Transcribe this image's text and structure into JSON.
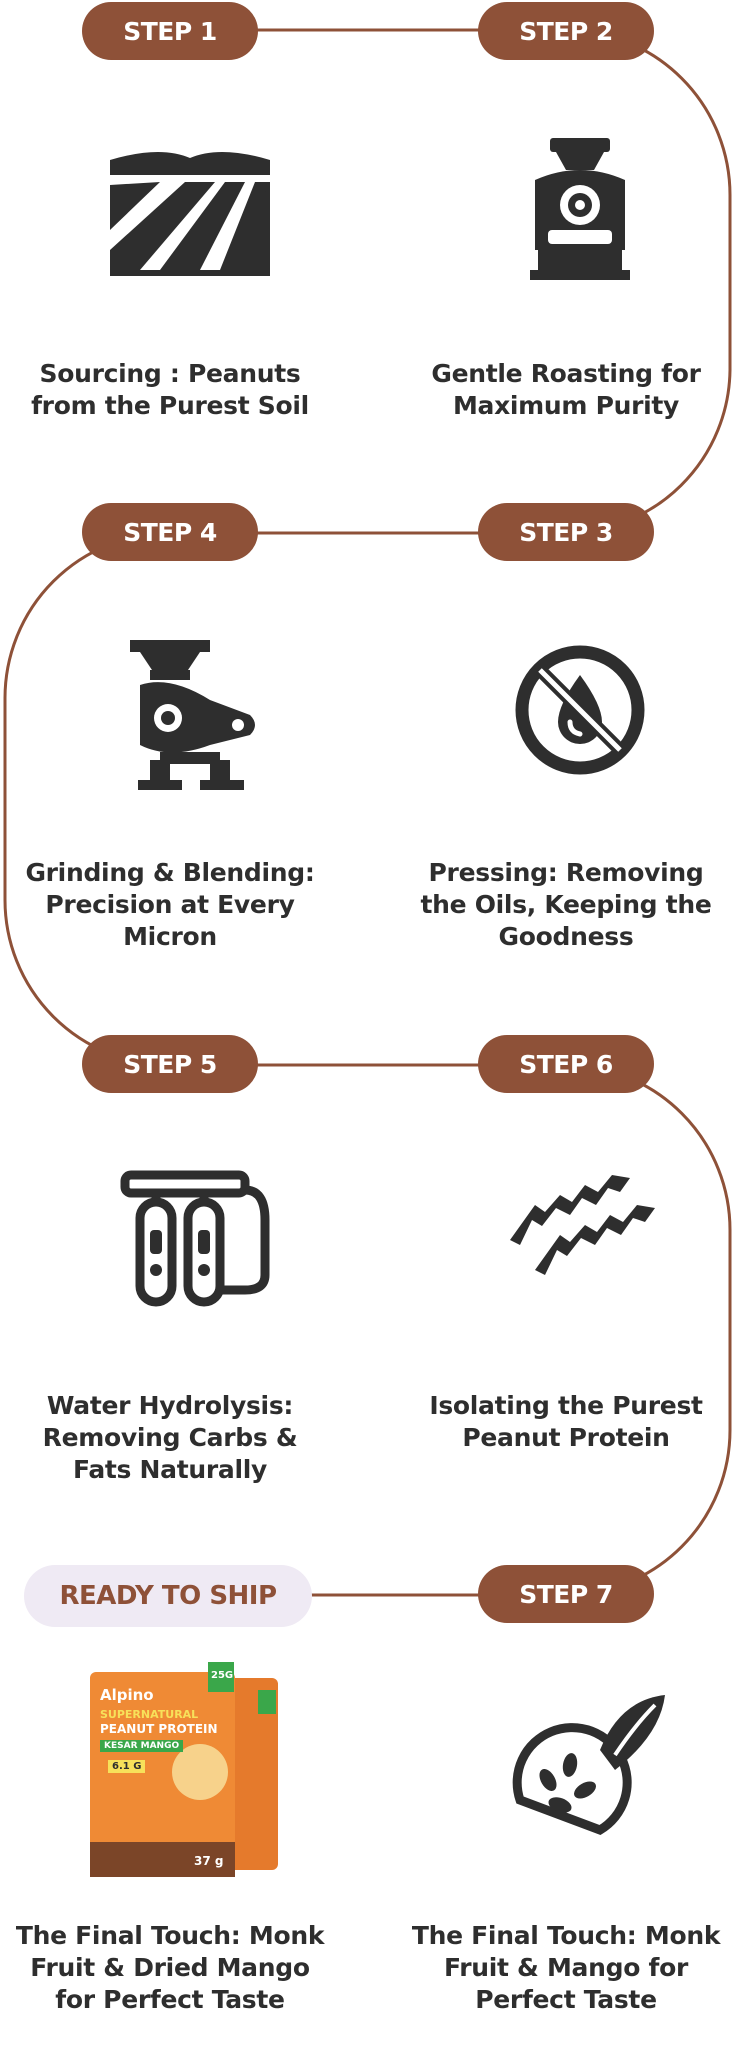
{
  "steps": [
    {
      "label": "STEP 1",
      "caption": "Sourcing : Peanuts from the Purest Soil",
      "icon": "field-rows-icon"
    },
    {
      "label": "STEP 2",
      "caption": "Gentle Roasting for Maximum Purity",
      "icon": "roaster-machine-icon"
    },
    {
      "label": "STEP 3",
      "caption": "Pressing: Removing the Oils, Keeping the Goodness",
      "icon": "no-oil-drop-icon"
    },
    {
      "label": "STEP 4",
      "caption": "Grinding & Blending: Precision at Every Micron",
      "icon": "grinder-machine-icon"
    },
    {
      "label": "STEP 5",
      "caption": "Water Hydrolysis: Removing Carbs & Fats Naturally",
      "icon": "water-filter-icon"
    },
    {
      "label": "STEP 6",
      "caption": "Isolating the Purest Peanut Protein",
      "icon": "protein-helix-icon"
    },
    {
      "label": "STEP 7",
      "caption": "The Final Touch: Monk Fruit & Mango for Perfect Taste",
      "icon": "fruit-slice-icon"
    }
  ],
  "ready": {
    "label": "READY TO SHIP",
    "caption": "The Final Touch: Monk Fruit & Dried Mango for Perfect Taste"
  },
  "product": {
    "brand": "Alpino",
    "line": "SUPERNATURAL",
    "name": "PEANUT PROTEIN",
    "flavor": "KESAR MANGO",
    "protein": "25G",
    "fiber": "6.1 G",
    "weight": "37 g"
  },
  "colors": {
    "accent": "#8e5138",
    "ink": "#2e2e2e",
    "ready_bg": "#efeaf4"
  }
}
